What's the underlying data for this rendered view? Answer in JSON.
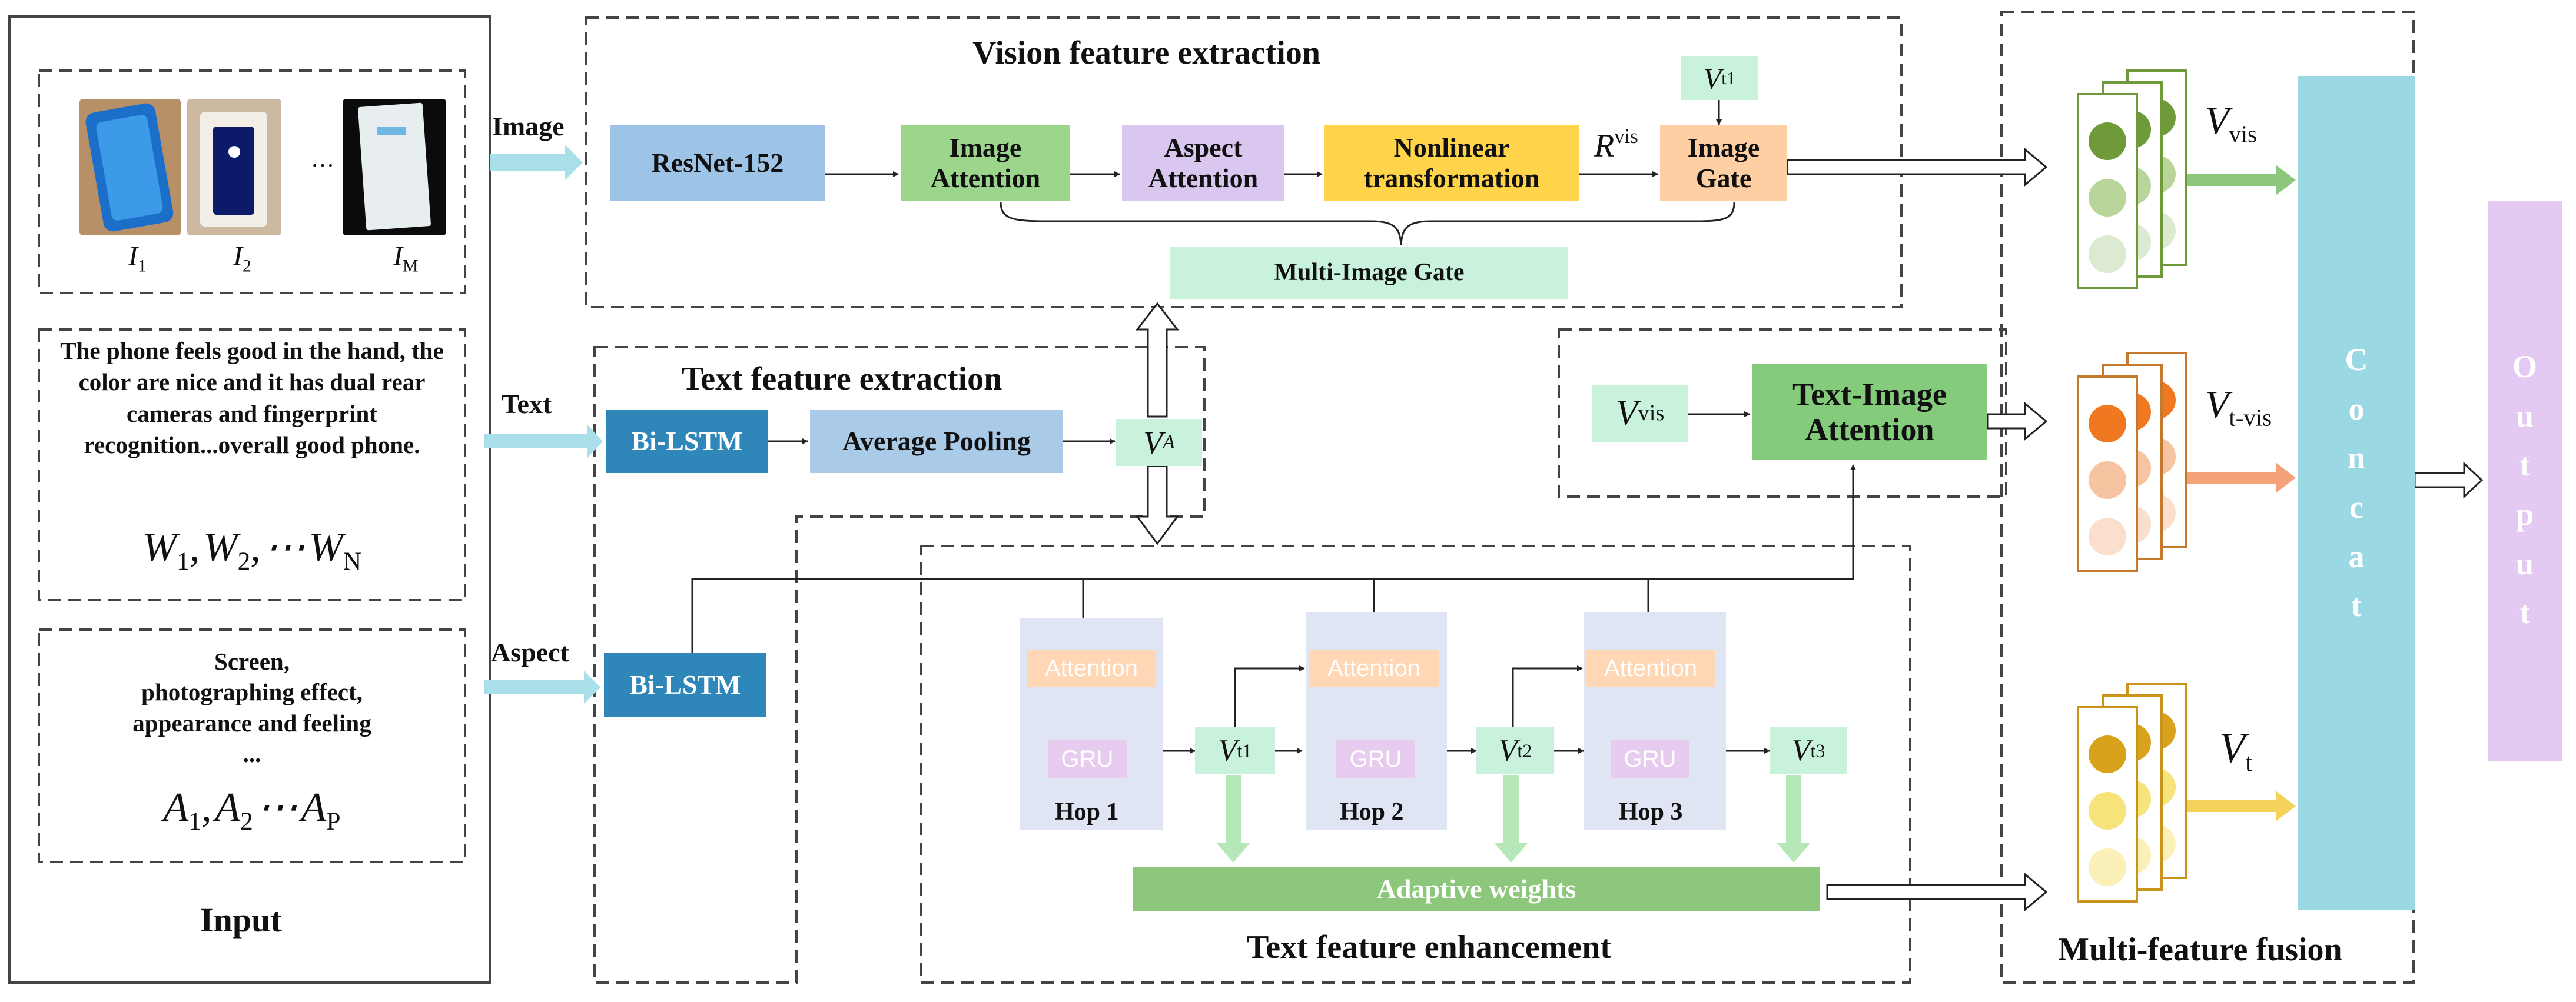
{
  "input": {
    "title": "Input",
    "image_captions": [
      "I",
      "1",
      "I",
      "2",
      "I",
      "M"
    ],
    "ellipsis": "…",
    "text_sample": "The phone feels good in the hand, the color are nice and it has dual rear cameras and fingerprint recognition...overall good phone.",
    "word_seq": [
      "W",
      "1",
      "W",
      "2",
      "W",
      "N"
    ],
    "aspect_sample_lines": [
      "Screen,",
      "photographing effect,",
      "appearance and feeling",
      "..."
    ],
    "aspect_seq": [
      "A",
      "1",
      "A",
      "2",
      "A",
      "P"
    ]
  },
  "modalities": {
    "image": "Image",
    "text": "Text",
    "aspect": "Aspect"
  },
  "vision": {
    "title": "Vision feature  extraction",
    "resnet": "ResNet-152",
    "image_attention": "Image Attention",
    "aspect_attention": "Aspect Attention",
    "nonlinear": "Nonlinear transformation",
    "r_vis": [
      "R",
      "vis"
    ],
    "image_gate": "Image Gate",
    "vt1": [
      "V",
      "t1"
    ],
    "multi_image_gate": "Multi-Image Gate"
  },
  "text_extract": {
    "title": "Text feature  extraction",
    "bilstm": "Bi-LSTM",
    "avg_pool": "Average Pooling",
    "va": [
      "V",
      "A"
    ]
  },
  "aspect_branch": {
    "bilstm": "Bi-LSTM"
  },
  "text_image": {
    "vvis": [
      "V",
      "vis"
    ],
    "attention": "Text-Image Attention"
  },
  "enhance": {
    "title": "Text feature enhancement",
    "attention_label": "Attention",
    "gru_label": "GRU",
    "hops": [
      "Hop 1",
      "Hop 2",
      "Hop 3"
    ],
    "v_outputs": [
      [
        "V",
        "t1"
      ],
      [
        "V",
        "t2"
      ],
      [
        "V",
        "t3"
      ]
    ],
    "adaptive": "Adaptive weights"
  },
  "fusion": {
    "title": "Multi-feature  fusion",
    "concat": "Concat",
    "labels": [
      [
        "V",
        "vis"
      ],
      [
        "V",
        "t-vis"
      ],
      [
        "V",
        "t"
      ]
    ],
    "colors": {
      "vis": [
        "#6e9a3a",
        "#b9d59a",
        "#dbead0"
      ],
      "tvis": [
        "#f07820",
        "#f6c4a0",
        "#fadfcc"
      ],
      "t": [
        "#d8a21c",
        "#f6e37a",
        "#fbf0b8"
      ]
    }
  },
  "output": {
    "label": "Output"
  },
  "colors": {
    "resnet": "#9dc3e6",
    "image_attention": "#9bd68c",
    "aspect_attention": "#d9c7f0",
    "nonlinear": "#ffd44a",
    "image_gate": "#ffcfa4",
    "mint": "#c8f2dc",
    "bilstm": "#2f86b8",
    "avg_pool": "#a9cbe8",
    "ti_attention": "#84cc7c",
    "hop_bg": "#dfe5f2",
    "attention_pill": "#ffd7b5",
    "gru_pill": "#e8ccef",
    "adaptive": "#8dc77c",
    "arrow_light": "#a8dfe8",
    "arrow_green": "#b5e7b8",
    "concat": "#9ad8e4",
    "output": "#e4c9f2"
  }
}
